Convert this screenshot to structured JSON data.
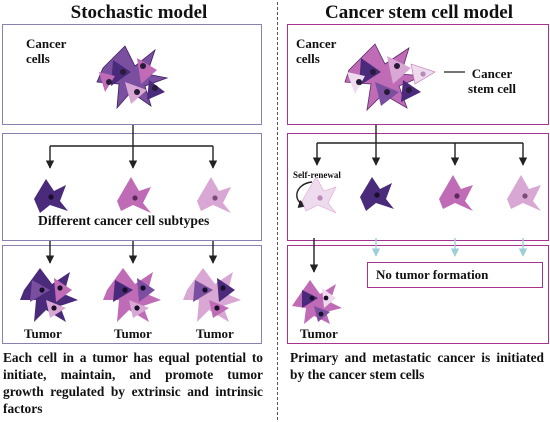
{
  "colors": {
    "dark": "#4a2a7a",
    "mid": "#7b4fa0",
    "pink": "#c06bb6",
    "light": "#d9a7d3",
    "pale": "#eedbee",
    "left_border": "#8a7fb0",
    "right_border": "#a8338f",
    "arrow_light": "#9ecfd8"
  },
  "left": {
    "title": "Stochastic model",
    "cancer_cells_label": "Cancer cells",
    "subtypes_label": "Different cancer cell subtypes",
    "tumor_labels": [
      "Tumor",
      "Tumor",
      "Tumor"
    ],
    "caption": "Each cell in a tumor has equal potential to initiate, maintain, and promote tumor growth regulated by extrinsic and intrinsic factors"
  },
  "right": {
    "title": "Cancer stem cell model",
    "cancer_cells_label": "Cancer cells",
    "stem_cell_label": "Cancer stem cell",
    "self_renewal_label": "Self-renewal",
    "no_tumor_label": "No tumor formation",
    "tumor_label": "Tumor",
    "caption": "Primary and metastatic cancer is initiated by the cancer stem cells"
  }
}
